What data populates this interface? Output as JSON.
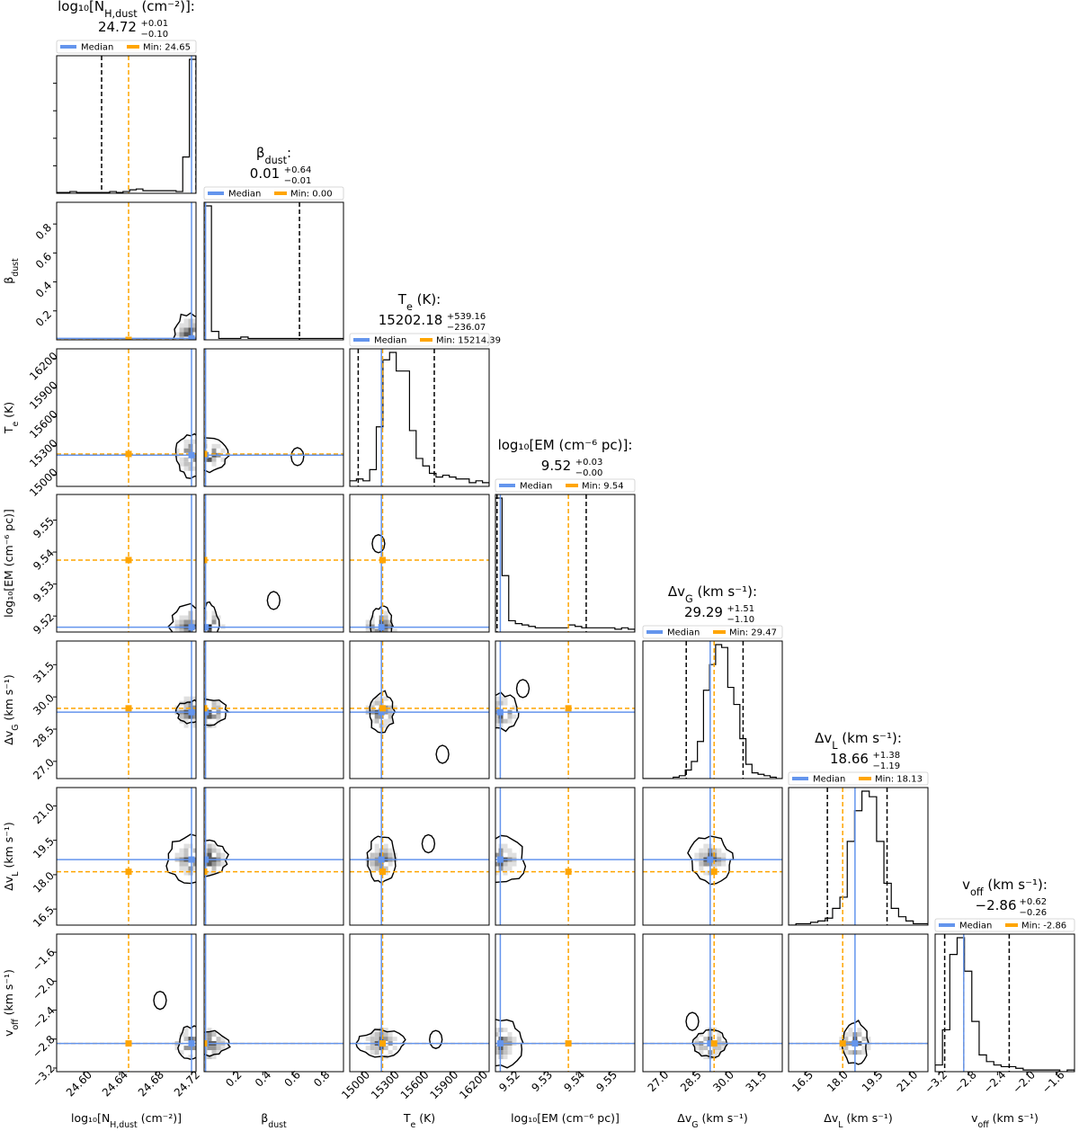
{
  "chart_data": {
    "type": "corner",
    "colors": {
      "median": "#6495ED",
      "min": "#FFA500",
      "quantile": "#000000",
      "contour": "#000000",
      "hist2d": "grayscale"
    },
    "legend": {
      "median_label": "Median",
      "min_label_prefix": "Min: ",
      "placement": "above each diagonal panel"
    },
    "parameters": [
      {
        "key": "NH_dust",
        "axis_label": "log₁₀[N_H,dust (cm⁻²)]",
        "title_name": "log₁₀[N_H,dust (cm⁻²)]:",
        "title_value": "24.72",
        "err_plus": "+0.01",
        "err_minus": "−0.10",
        "median": 24.72,
        "min": 24.65,
        "min_label": "24.65",
        "q_low": 24.62,
        "q_high": 24.725,
        "range": [
          24.57,
          24.725
        ],
        "ticks": [
          24.6,
          24.64,
          24.68,
          24.72
        ],
        "tick_labels": [
          "24.60",
          "24.64",
          "24.68",
          "24.72"
        ],
        "hist": [
          1,
          1,
          2,
          1,
          1,
          1,
          1,
          1,
          2,
          1,
          2,
          4,
          5,
          3,
          3,
          3,
          3,
          3,
          2,
          42,
          155
        ]
      },
      {
        "key": "beta_dust",
        "axis_label": "β_dust",
        "title_name": "β_dust:",
        "title_value": "0.01",
        "err_plus": "+0.64",
        "err_minus": "−0.01",
        "median": 0.01,
        "min": 0.0,
        "min_label": "0.00",
        "q_low": 0.0,
        "q_high": 0.65,
        "range": [
          0.0,
          0.95
        ],
        "ticks": [
          0.2,
          0.4,
          0.6,
          0.8
        ],
        "tick_labels": [
          "0.2",
          "0.4",
          "0.6",
          "0.8"
        ],
        "hist": [
          95,
          6,
          1,
          1,
          1,
          2,
          1,
          1,
          1,
          1,
          1,
          1,
          1,
          1,
          1,
          1,
          1,
          1,
          1
        ]
      },
      {
        "key": "Te",
        "axis_label": "T_e (K)",
        "title_name": "T_e (K):",
        "title_value": "15202.18",
        "err_plus": "+539.16",
        "err_minus": "−236.07",
        "median": 15202.18,
        "min": 15214.39,
        "min_label": "15214.39",
        "q_low": 14966,
        "q_high": 15741,
        "range": [
          14880,
          16300
        ],
        "ticks": [
          15000,
          15300,
          15600,
          15900,
          16200
        ],
        "tick_labels": [
          "15000",
          "15300",
          "15600",
          "15900",
          "16200"
        ],
        "hist": [
          3,
          4,
          3,
          9,
          32,
          68,
          72,
          62,
          62,
          30,
          15,
          11,
          7,
          5,
          6,
          5,
          4,
          4,
          2,
          3,
          2
        ]
      },
      {
        "key": "EM",
        "axis_label": "log₁₀[EM (cm⁻⁶ pc)]",
        "title_name": "log₁₀[EM (cm⁻⁶ pc)]:",
        "title_value": "9.52",
        "err_plus": "+0.03",
        "err_minus": "−0.00",
        "median": 9.5165,
        "min": 9.5375,
        "min_label": "9.54",
        "q_low": 9.5155,
        "q_high": 9.543,
        "range": [
          9.515,
          9.558
        ],
        "ticks": [
          9.52,
          9.53,
          9.54,
          9.55
        ],
        "tick_labels": [
          "9.52",
          "9.53",
          "9.54",
          "9.55"
        ],
        "hist": [
          95,
          40,
          8,
          6,
          5,
          4,
          3,
          3,
          3,
          3,
          3,
          5,
          4,
          3,
          3,
          3,
          3,
          3,
          2,
          3,
          2
        ]
      },
      {
        "key": "dvG",
        "axis_label": "Δv_G (km s⁻¹)",
        "title_name": "Δv_G (km s⁻¹):",
        "title_value": "29.29",
        "err_plus": "+1.51",
        "err_minus": "−1.10",
        "median": 29.29,
        "min": 29.47,
        "min_label": "29.47",
        "q_low": 28.19,
        "q_high": 30.8,
        "range": [
          26.2,
          32.6
        ],
        "ticks": [
          27.0,
          28.5,
          30.0,
          31.5
        ],
        "tick_labels": [
          "27.0",
          "28.5",
          "30.0",
          "31.5"
        ],
        "hist": [
          0,
          0,
          0,
          0,
          0,
          1,
          2,
          6,
          12,
          26,
          62,
          80,
          94,
          92,
          64,
          52,
          28,
          10,
          4,
          3,
          2,
          1,
          0
        ]
      },
      {
        "key": "dvL",
        "axis_label": "Δv_L (km s⁻¹)",
        "title_name": "Δv_L (km s⁻¹):",
        "title_value": "18.66",
        "err_plus": "+1.38",
        "err_minus": "−1.19",
        "median": 18.66,
        "min": 18.13,
        "min_label": "18.13",
        "q_low": 17.47,
        "q_high": 20.04,
        "range": [
          15.8,
          21.8
        ],
        "ticks": [
          16.5,
          18.0,
          19.5,
          21.0
        ],
        "tick_labels": [
          "16.5",
          "18.0",
          "19.5",
          "21.0"
        ],
        "hist": [
          0,
          1,
          1,
          2,
          3,
          5,
          12,
          20,
          60,
          82,
          96,
          92,
          60,
          30,
          12,
          6,
          3,
          1,
          1
        ]
      },
      {
        "key": "voff",
        "axis_label": "v_off (km s⁻¹)",
        "title_name": "v_off (km s⁻¹):",
        "title_value": "−2.86",
        "err_plus": "+0.62",
        "err_minus": "−0.26",
        "median": -2.86,
        "min": -2.86,
        "min_label": "-2.86",
        "q_low": -3.12,
        "q_high": -2.24,
        "range": [
          -3.25,
          -1.35
        ],
        "ticks": [
          -3.2,
          -2.8,
          -2.4,
          -2.0,
          -1.6
        ],
        "tick_labels": [
          "−3.2",
          "−2.8",
          "−2.4",
          "−2.0",
          "−1.6"
        ],
        "hist": [
          4,
          25,
          70,
          80,
          60,
          30,
          10,
          6,
          4,
          3,
          3,
          2,
          1,
          1,
          1,
          1,
          1,
          0,
          1
        ]
      }
    ]
  }
}
